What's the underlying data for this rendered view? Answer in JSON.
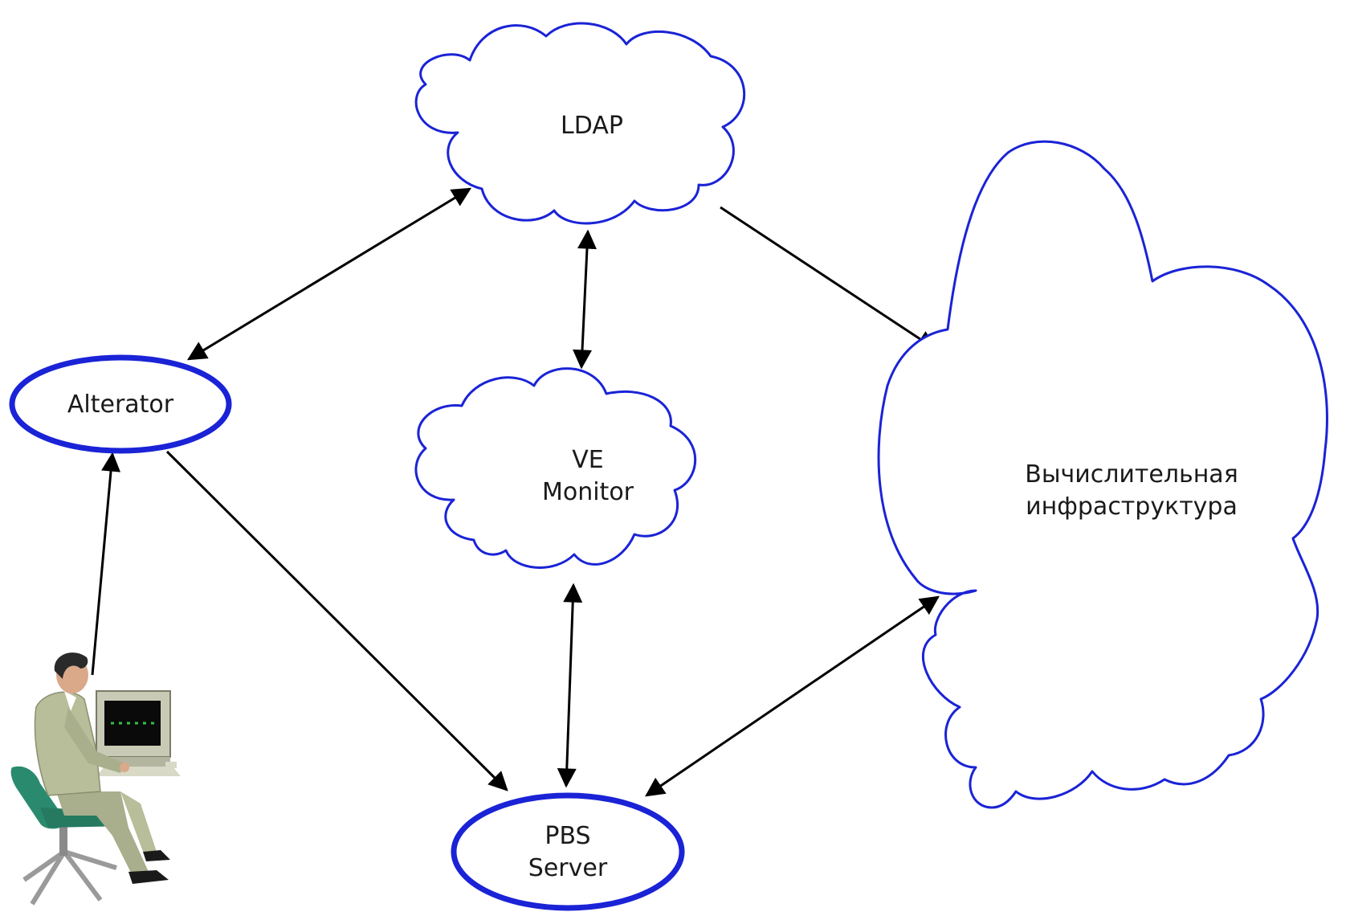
{
  "diagram": {
    "nodes": {
      "ldap": {
        "label": "LDAP"
      },
      "ve_monitor": {
        "lines": [
          "VE",
          "Monitor"
        ]
      },
      "compute": {
        "lines": [
          "Вычислительная",
          "инфраструктура"
        ]
      },
      "alterator": {
        "label": "Alterator"
      },
      "pbs_server": {
        "lines": [
          "PBS",
          "Server"
        ]
      }
    },
    "edges": [
      {
        "from": "ldap",
        "to": "alterator",
        "direction": "both"
      },
      {
        "from": "ldap",
        "to": "ve_monitor",
        "direction": "both"
      },
      {
        "from": "ldap",
        "to": "compute",
        "direction": "forward"
      },
      {
        "from": "user",
        "to": "alterator",
        "direction": "forward"
      },
      {
        "from": "alterator",
        "to": "pbs_server",
        "direction": "forward"
      },
      {
        "from": "ve_monitor",
        "to": "pbs_server",
        "direction": "both"
      },
      {
        "from": "compute",
        "to": "pbs_server",
        "direction": "both"
      }
    ],
    "colors": {
      "outline": "#1a23d6",
      "arrow": "#000000",
      "suit": "#b8bd9a",
      "chair": "#2a8a6e"
    },
    "icons": {
      "user": "person-at-computer-icon"
    }
  }
}
